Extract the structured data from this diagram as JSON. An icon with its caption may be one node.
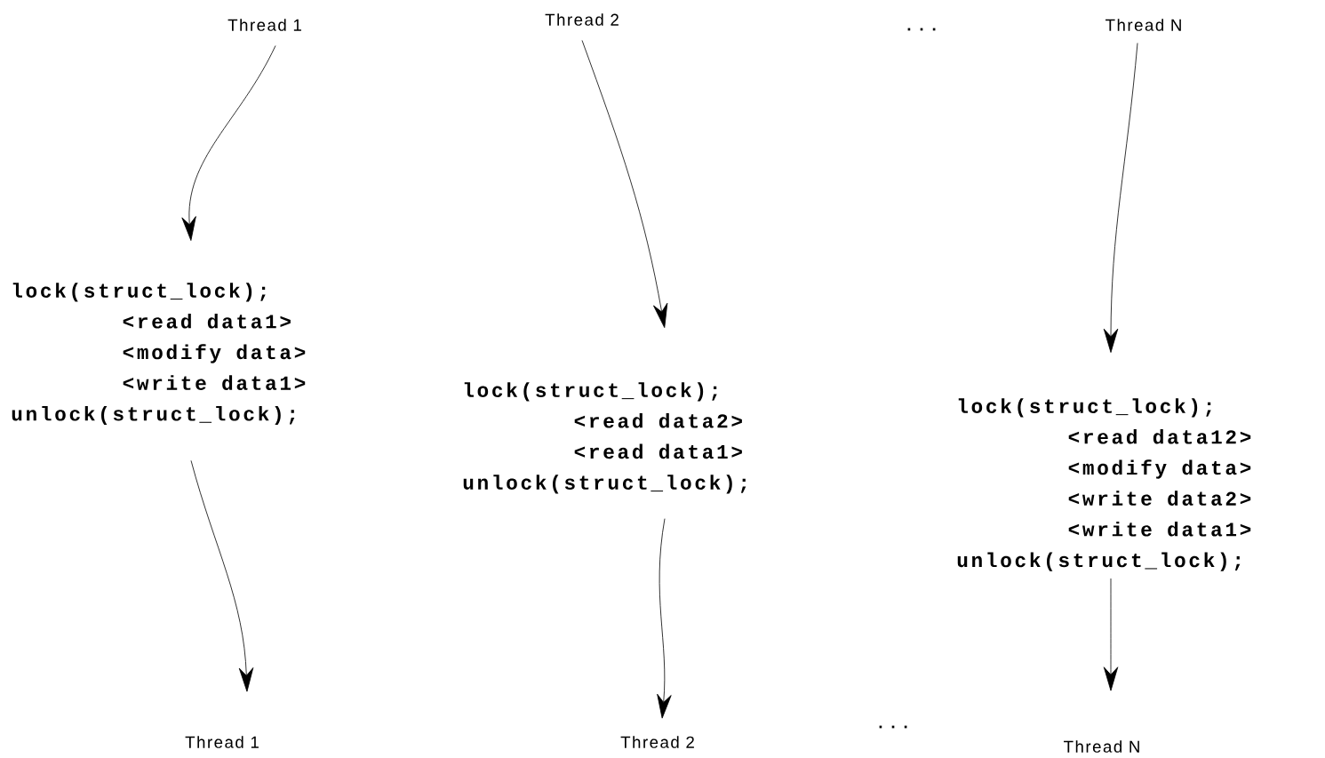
{
  "diagram": {
    "nodes": [
      {
        "text": [
          "Thread 1"
        ]
      },
      {
        "text": [
          "lock(struct_lock);",
          "<read data1>",
          "<modify data>",
          "<write data1>",
          "unlock(struct_lock);"
        ]
      },
      {
        "text": [
          "Thread 1"
        ]
      },
      {
        "text": [
          "Thread 2"
        ]
      },
      {
        "text": [
          "lock(struct_lock);",
          "<read data2>",
          "<read data1>",
          "unlock(struct_lock);"
        ]
      },
      {
        "text": [
          "Thread 2"
        ]
      },
      {
        "text": [
          "Thread N"
        ]
      },
      {
        "text": [
          "lock(struct_lock);",
          "<read data12>",
          "<modify data>",
          "<write data2>",
          "<write data1>",
          "unlock(struct_lock);"
        ]
      },
      {
        "text": [
          "Thread N"
        ]
      }
    ],
    "edges": [
      {
        "from": 0,
        "to": 1,
        "arrow": "to"
      },
      {
        "from": 1,
        "to": 2,
        "arrow": "to"
      },
      {
        "from": 3,
        "to": 4,
        "arrow": "to"
      },
      {
        "from": 4,
        "to": 5,
        "arrow": "to"
      },
      {
        "from": 6,
        "to": 7,
        "arrow": "to"
      },
      {
        "from": 7,
        "to": 8,
        "arrow": "to"
      }
    ],
    "labels": [
      ". . .",
      ". . ."
    ]
  }
}
